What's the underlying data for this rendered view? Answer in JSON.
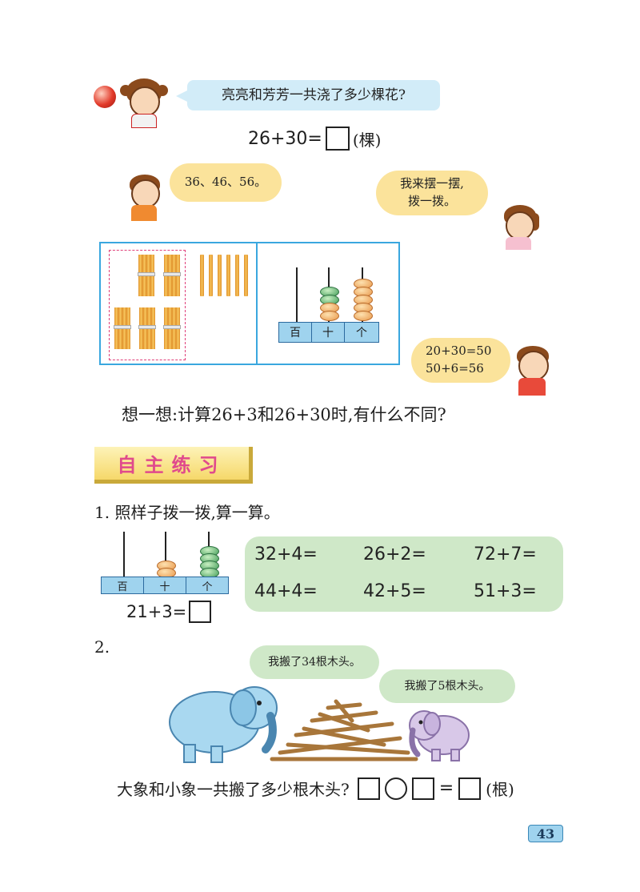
{
  "top": {
    "girl_question": "亮亮和芳芳一共浇了多少棵花?",
    "equation_left": "26+30=",
    "equation_unit": "(棵)",
    "boy_bubble": "36、46、56。",
    "girl_bubble_line1": "我来摆一摆,",
    "girl_bubble_line2": "拨一拨。",
    "boy2_bubble_line1": "20+30=50",
    "boy2_bubble_line2": "50+6=56",
    "abacus_labels": [
      "百",
      "十",
      "个"
    ]
  },
  "think": "想一想:计算26+3和26+30时,有什么不同?",
  "section_title": "自主练习",
  "q1": {
    "heading": "1. 照样子拨一拨,算一算。",
    "abacus_labels": [
      "百",
      "十",
      "个"
    ],
    "example": "21+3=",
    "exercises": [
      "32+4=",
      "26+2=",
      "72+7=",
      "44+4=",
      "42+5=",
      "51+3="
    ]
  },
  "q2": {
    "number": "2.",
    "big_elephant_says": "我搬了34根木头。",
    "small_elephant_says": "我搬了5根木头。",
    "question": "大象和小象一共搬了多少根木头?",
    "eq_equals": "=",
    "eq_unit": "(根)"
  },
  "page_number": "43",
  "colors": {
    "frame_blue": "#3aa7df",
    "dash_pink": "#e0407a",
    "exercise_green": "#cfe8c8",
    "title_pink": "#e04a8c",
    "page_number_bg": "#9fd3ee"
  }
}
